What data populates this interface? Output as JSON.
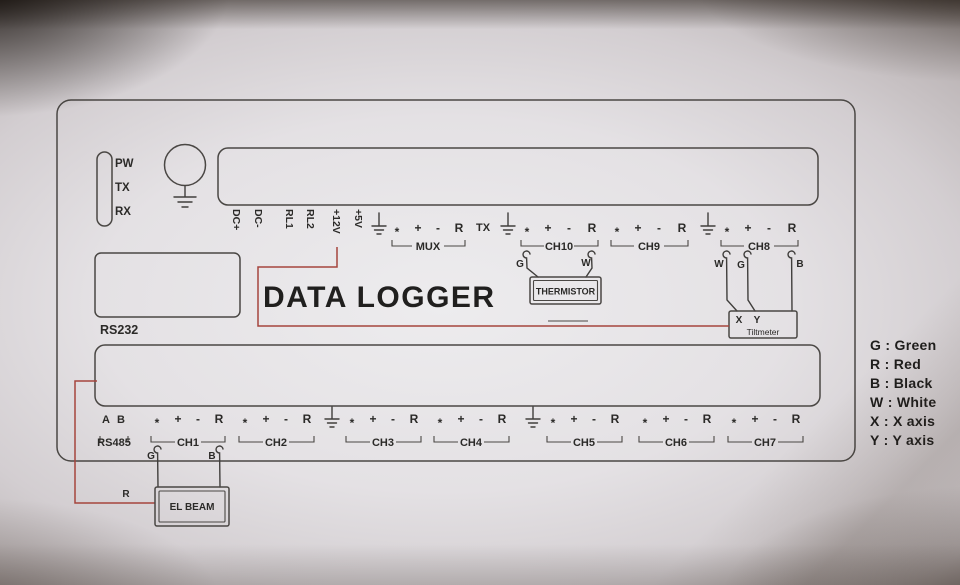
{
  "title": "DATA LOGGER",
  "legend": [
    "G : Green",
    "R : Red",
    "B : Black",
    "W : White",
    "X : X axis",
    "Y : Y axis"
  ],
  "indicators": [
    "PW",
    "TX",
    "RX"
  ],
  "rs232": "RS232",
  "power_pins": [
    "DC+",
    "DC-",
    "RL1",
    "RL2",
    "+12V",
    "+5V"
  ],
  "pins": [
    "*",
    "+",
    "-",
    "R"
  ],
  "tx": "TX",
  "ab": [
    "A",
    "B"
  ],
  "top_groups": [
    "MUX",
    "CH10",
    "CH9",
    "CH8"
  ],
  "bottom_groups": [
    "RS485",
    "CH1",
    "CH2",
    "CH3",
    "CH4",
    "CH5",
    "CH6",
    "CH7"
  ],
  "devices": {
    "thermistor": "THERMISTOR",
    "tiltmeter": "Tiltmeter",
    "axes": [
      "X",
      "Y"
    ],
    "el_beam": "EL BEAM"
  },
  "tags": {
    "ch10": [
      "G",
      "W"
    ],
    "ch8": [
      "W",
      "G",
      "B"
    ],
    "ch1": [
      "G",
      "B"
    ],
    "power": "R"
  },
  "colors": {
    "wire_red": "#a5453d",
    "tag_green": "#3e6e35",
    "tag_white": "#b5b1ad",
    "tag_black": "#232220",
    "line": "#403e3c"
  }
}
